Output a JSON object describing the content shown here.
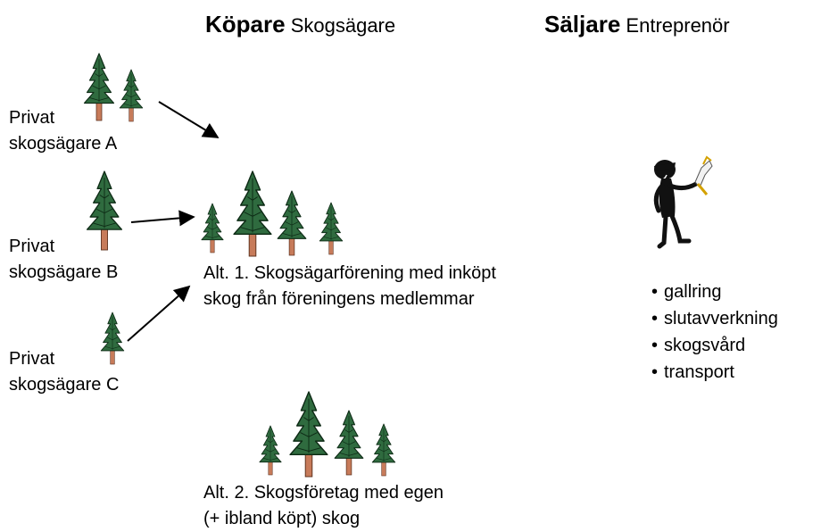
{
  "header": {
    "buyer_bold": "Köpare",
    "buyer_sub": "Skogsägare",
    "seller_bold": "Säljare",
    "seller_sub": "Entreprenör"
  },
  "owners": [
    {
      "line1": "Privat",
      "line2": "skogsägare A"
    },
    {
      "line1": "Privat",
      "line2": "skogsägare B"
    },
    {
      "line1": "Privat",
      "line2": "skogsägare C"
    }
  ],
  "alt1": {
    "line1": "Alt. 1. Skogsägarförening med inköpt",
    "line2": "skog från föreningens medlemmar"
  },
  "alt2": {
    "line1": "Alt. 2. Skogsföretag med egen",
    "line2": "(+ ibland köpt) skog"
  },
  "services": [
    "gallring",
    "slutavverkning",
    "skogsvård",
    "transport"
  ],
  "colors": {
    "tree_green": "#2f6b3f",
    "trunk": "#c77b5a",
    "arrow": "#000000"
  },
  "icons": [
    "spruce-tree-icon",
    "forest-worker-icon",
    "arrow-icon"
  ]
}
